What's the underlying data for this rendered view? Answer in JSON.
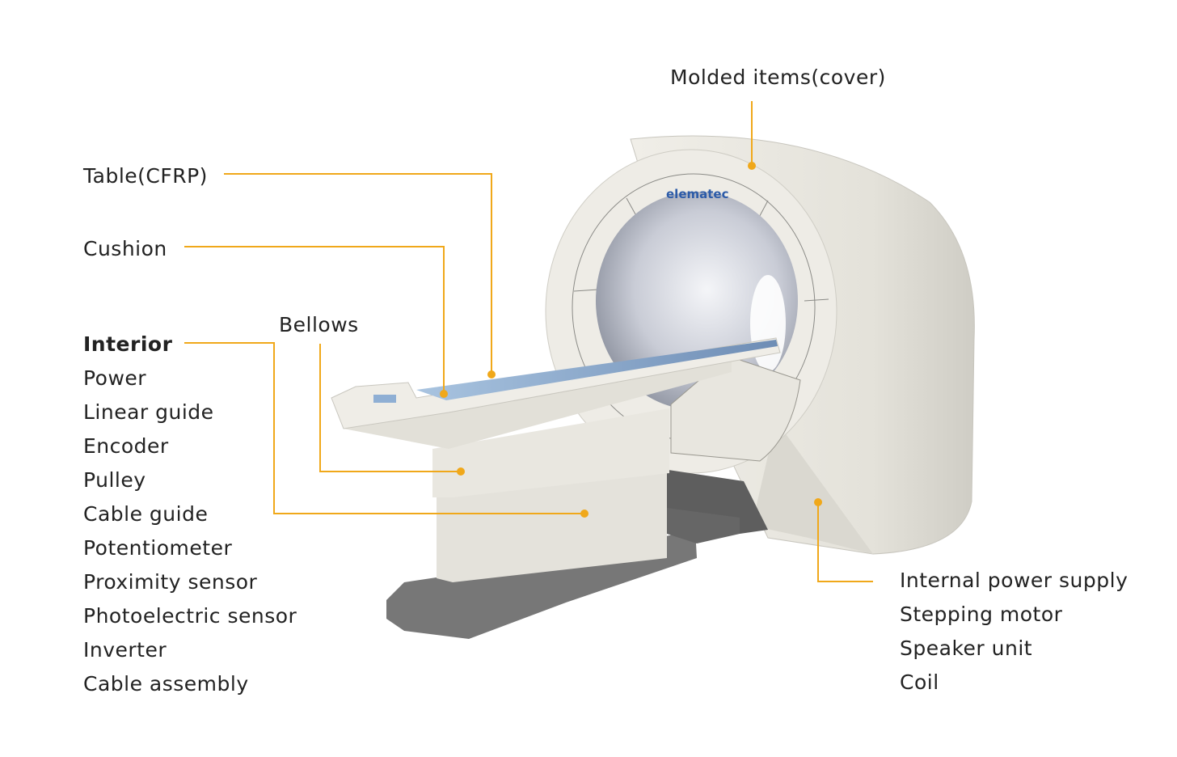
{
  "colors": {
    "leader": "#F0A81A",
    "logo": "#2C5BA8",
    "body": "#E6E4DC",
    "base": "#7A7A7A"
  },
  "logo": "elematec",
  "labels": {
    "molded": "Molded items(cover)",
    "table": "Table(CFRP)",
    "cushion": "Cushion",
    "bellows": "Bellows",
    "interior": {
      "heading": "Interior",
      "items": [
        "Power",
        "Linear guide",
        "Encoder",
        "Pulley",
        "Cable guide",
        "Potentiometer",
        "Proximity sensor",
        "Photoelectric sensor",
        "Inverter",
        "Cable assembly"
      ]
    },
    "internal": [
      "Internal power supply",
      "Stepping motor",
      "Speaker unit",
      "Coil"
    ]
  }
}
